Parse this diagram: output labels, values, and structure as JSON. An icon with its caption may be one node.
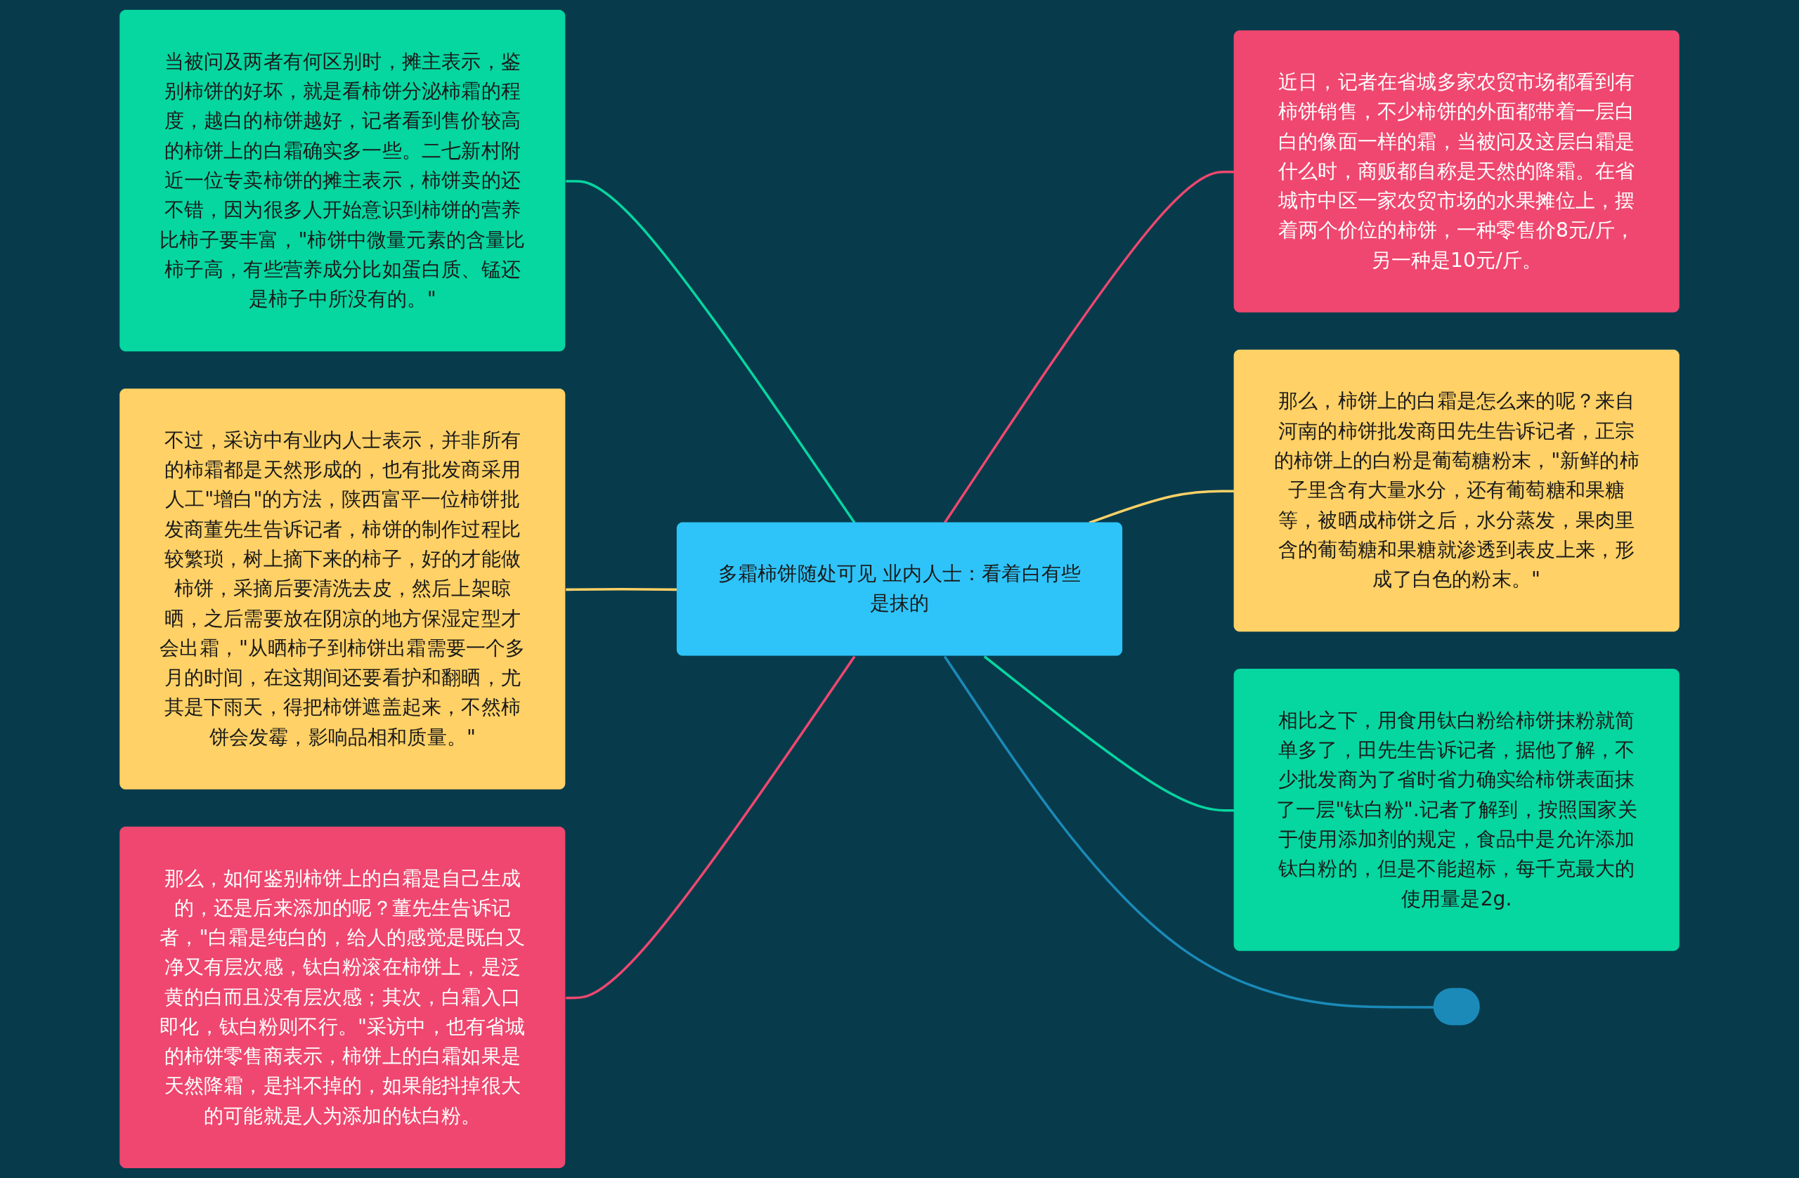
{
  "diagram": {
    "nodes": [
      {
        "text": [
          "多霜柿饼随处可见 业内人士：看着白有些是抹的"
        ]
      },
      {
        "text": [
          "当被问及两者有何区别时，摊主表示，鉴别柿饼的好坏，就是看柿饼分泌柿霜的程度，越白的柿饼越好，记者看到售价较高的柿饼上的白霜确实多一些。二七新村附近一位专卖柿饼的摊主表示，柿饼卖的还不错，因为很多人开始意识到柿饼的营养比柿子要丰富，\"柿饼中微量元素的含量比柿子高，有些营养成分比如蛋白质、锰还是柿子中所没有的。\""
        ]
      },
      {
        "text": [
          "不过，采访中有业内人士表示，并非所有的柿霜都是天然形成的，也有批发商采用人工\"增白\"的方法，陕西富平一位柿饼批发商董先生告诉记者，柿饼的制作过程比较繁琐，树上摘下来的柿子，好的才能做柿饼，采摘后要清洗去皮，然后上架晾晒，之后需要放在阴凉的地方保湿定型才会出霜，\"从晒柿子到柿饼出霜需要一个多月的时间，在这期间还要看护和翻晒，尤其是下雨天，得把柿饼遮盖起来，不然柿饼会发霉，影响品相和质量。\""
        ]
      },
      {
        "text": [
          "那么，如何鉴别柿饼上的白霜是自己生成的，还是后来添加的呢？董先生告诉记者，\"白霜是纯白的，给人的感觉是既白又净又有层次感，钛白粉滚在柿饼上，是泛黄的白而且没有层次感；其次，白霜入口即化，钛白粉则不行。\"采访中，也有省城的柿饼零售商表示，柿饼上的白霜如果是天然降霜，是抖不掉的，如果能抖掉很大的可能就是人为添加的钛白粉。"
        ]
      },
      {
        "text": [
          "近日，记者在省城多家农贸市场都看到有柿饼销售，不少柿饼的外面都带着一层白白的像面一样的霜，当被问及这层白霜是什么时，商贩都自称是天然的降霜。在省城市中区一家农贸市场的水果摊位上，摆着两个价位的柿饼，一种零售价8元/斤，另一种是10元/斤。"
        ]
      },
      {
        "text": [
          "那么，柿饼上的白霜是怎么来的呢？来自河南的柿饼批发商田先生告诉记者，正宗的柿饼上的白粉是葡萄糖粉末，\"新鲜的柿子里含有大量水分，还有葡萄糖和果糖等，被晒成柿饼之后，水分蒸发，果肉里含的葡萄糖和果糖就渗透到表皮上来，形成了白色的粉末。\""
        ]
      },
      {
        "text": [
          "相比之下，用食用钛白粉给柿饼抹粉就简单多了，田先生告诉记者，据他了解，不少批发商为了省时省力确实给柿饼表面抹了一层\"钛白粉\".记者了解到，按照国家关于使用添加剂的规定，食品中是允许添加钛白粉的，但是不能超标，每千克最大的使用量是2g."
        ]
      },
      {
        "text": [],
        "shape": "box"
      }
    ],
    "edges": [
      {
        "from": 0,
        "to": 1,
        "arrow": "none",
        "color": "#06d6a0"
      },
      {
        "from": 0,
        "to": 2,
        "arrow": "none",
        "color": "#ffd166"
      },
      {
        "from": 0,
        "to": 3,
        "arrow": "none",
        "color": "#ef476f"
      },
      {
        "from": 0,
        "to": 4,
        "arrow": "none",
        "color": "#ef476f"
      },
      {
        "from": 0,
        "to": 5,
        "arrow": "none",
        "color": "#ffd166"
      },
      {
        "from": 0,
        "to": 6,
        "arrow": "none",
        "color": "#06d6a0"
      },
      {
        "from": 0,
        "to": 7,
        "arrow": "none",
        "color": "#1b8ab8"
      }
    ]
  }
}
